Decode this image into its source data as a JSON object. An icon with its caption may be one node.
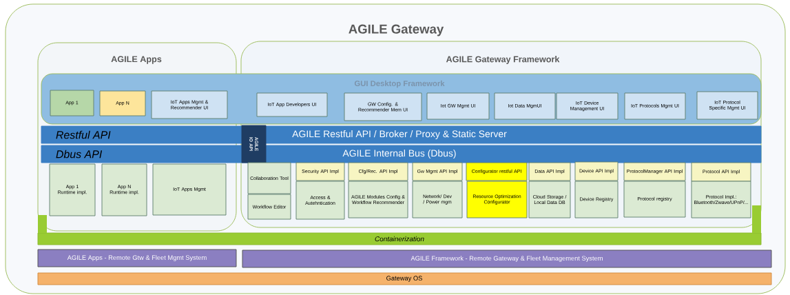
{
  "diagram": {
    "nodes": [
      {
        "text": [
          "AGILE Gateway"
        ]
      },
      {
        "text": [
          "AGILE Apps"
        ],
        "in": 0
      },
      {
        "text": [
          "AGILE  Gateway Framework"
        ],
        "in": 0
      },
      {
        "text": [
          "GUI Desktop Framework"
        ],
        "in": 0
      },
      {
        "text": [
          "App 1"
        ]
      },
      {
        "text": [
          "App N"
        ]
      },
      {
        "text": [
          "IoT Apps Mgmt & Recommender UI"
        ]
      },
      {
        "text": [
          "IoT App Developers UI"
        ]
      },
      {
        "text": [
          "GW Config. & Recommender Mem UI"
        ]
      },
      {
        "text": [
          "Iot GW Mgmt UI"
        ]
      },
      {
        "text": [
          "Iot Data MgmUI"
        ]
      },
      {
        "text": [
          "IoT Device Management UI"
        ]
      },
      {
        "text": [
          "IoT Protocols Mgmt UI"
        ]
      },
      {
        "text": [
          "IoT Protocol Specific Mgmt UI"
        ]
      },
      {
        "text": [
          "Restful API",
          "AGILE Restful API / Broker / Proxy & Static Server"
        ],
        "in": 0
      },
      {
        "text": [
          "Dbus API",
          "AGILE Internal Bus (Dbus)"
        ],
        "in": 0
      },
      {
        "text": [
          "AGILE IO API"
        ],
        "in": 2
      },
      {
        "text": [
          "App 1 Runtime impl."
        ],
        "in": 1
      },
      {
        "text": [
          "App N Runtime impl."
        ],
        "in": 1
      },
      {
        "text": [
          "IoT Apps Mgmt"
        ],
        "in": 1
      },
      {
        "text": [
          "Collaboration Tool"
        ],
        "in": 2
      },
      {
        "text": [
          "Workflow Editor"
        ],
        "in": 2
      },
      {
        "text": [
          "Security API Impl"
        ],
        "in": 2
      },
      {
        "text": [
          "Access & Autehntication"
        ],
        "in": 2
      },
      {
        "text": [
          "Cfg/Rec. API Impl"
        ],
        "in": 2
      },
      {
        "text": [
          "AGILE Modules Config & Workflow Recommender"
        ],
        "in": 2
      },
      {
        "text": [
          "Gw Mgmt API Impl"
        ],
        "in": 2
      },
      {
        "text": [
          "Network/ Dev / Power mgm"
        ],
        "in": 2
      },
      {
        "text": [
          "Configurator restful API"
        ],
        "in": 2
      },
      {
        "text": [
          "Resource Optimization Configurator"
        ],
        "in": 2
      },
      {
        "text": [
          "Data API Impl"
        ],
        "in": 2
      },
      {
        "text": [
          "Cloud Storage / Local Data DB"
        ],
        "in": 2
      },
      {
        "text": [
          "Device API Impl"
        ],
        "in": 2
      },
      {
        "text": [
          "Device Registry"
        ],
        "in": 2
      },
      {
        "text": [
          "ProtocolManager API Impl"
        ],
        "in": 2
      },
      {
        "text": [
          "Protocol registry"
        ],
        "in": 2
      },
      {
        "text": [
          "Protocol API Impl"
        ],
        "in": 2
      },
      {
        "text": [
          "Protocol Impl.: Bluetooth/Zwave/UPnP/..."
        ],
        "in": 2
      },
      {
        "text": [
          "Containerization"
        ],
        "in": 0
      },
      {
        "text": [
          "AGILE Apps -  Remote  Gtw & Fleet Mgmt  System"
        ],
        "in": 0
      },
      {
        "text": [
          "AGILE Framework - Remote  Gateway & Fleet Management System"
        ],
        "in": 0
      },
      {
        "text": [
          "Gateway OS"
        ],
        "in": 0
      }
    ]
  }
}
